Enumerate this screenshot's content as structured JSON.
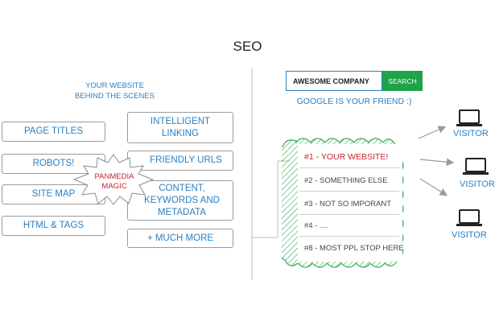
{
  "title": "SEO",
  "left": {
    "subtitle_line1": "YOUR WEBSITE",
    "subtitle_line2": "BEHIND THE SCENES",
    "boxes": [
      "PAGE TITLES",
      "ROBOTS!",
      "SITE MAP",
      "HTML & TAGS",
      "INTELLIGENT LINKING",
      "FRIENDLY URLS",
      "CONTENT, KEYWORDS AND METADATA",
      "+ MUCH MORE"
    ],
    "magic_line1": "PANMEDIA",
    "magic_line2": "MAGIC"
  },
  "search": {
    "value": "AWESOME COMPANY",
    "button_label": "SEARCH",
    "tagline": "GOOGLE IS YOUR FRIEND :)"
  },
  "results": [
    "#1 - YOUR WEBSITE!",
    "#2 - SOMETHING ELSE",
    "#3 - NOT SO IMPORANT",
    "#4 - ....",
    "#8 - MOST PPL STOP HERE"
  ],
  "visitors": [
    "VISITOR",
    "VISITOR",
    "VISITOR"
  ],
  "colors": {
    "accent_blue": "#2a7fc1",
    "search_green": "#1ea24a",
    "highlight_red": "#c0262d",
    "cloud_green": "#2eaa55"
  }
}
